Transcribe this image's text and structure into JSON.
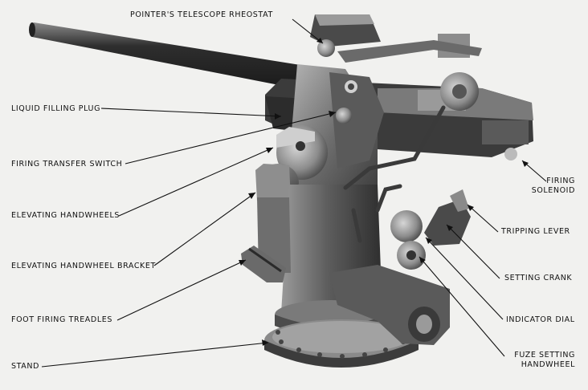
{
  "diagram": {
    "labels": {
      "pointers_telescope_rheostat": "POINTER'S TELESCOPE RHEOSTAT",
      "liquid_filling_plug": "LIQUID FILLING PLUG",
      "firing_transfer_switch": "FIRING TRANSFER SWITCH",
      "elevating_handwheels": "ELEVATING HANDWHEELS",
      "elevating_handwheel_bracket": "ELEVATING HANDWHEEL BRACKET",
      "foot_firing_treadles": "FOOT FIRING TREADLES",
      "stand": "STAND",
      "firing_solenoid_line1": "FIRING",
      "firing_solenoid_line2": "SOLENOID",
      "tripping_lever": "TRIPPING LEVER",
      "setting_crank": "SETTING CRANK",
      "indicator_dial": "INDICATOR DIAL",
      "fuze_setting_handwheel_line1": "FUZE SETTING",
      "fuze_setting_handwheel_line2": "HANDWHEEL"
    },
    "colors": {
      "background": "#f1f1ef",
      "metal_dark": "#3a3a3a",
      "metal_mid": "#6e6e6e",
      "metal_light": "#a9a9a9",
      "text": "#111111"
    }
  }
}
